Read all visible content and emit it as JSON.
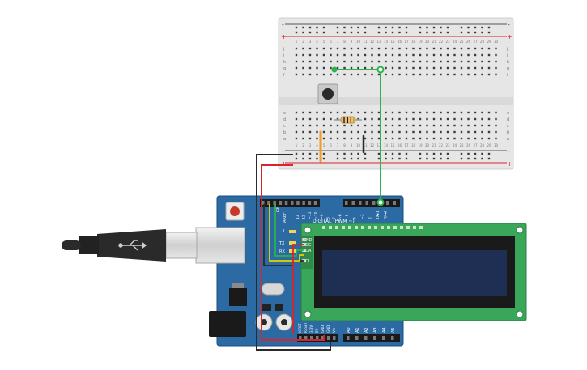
{
  "breadboard": {
    "power_plus": "+",
    "power_minus": "-",
    "top_letters": [
      "j",
      "i",
      "h",
      "g",
      "f"
    ],
    "bottom_letters": [
      "e",
      "d",
      "c",
      "b",
      "a"
    ],
    "column_numbers": [
      "1",
      "2",
      "3",
      "4",
      "5",
      "6",
      "7",
      "8",
      "9",
      "10",
      "11",
      "12",
      "13",
      "14",
      "15",
      "16",
      "17",
      "18",
      "19",
      "20",
      "21",
      "22",
      "23",
      "24",
      "25",
      "26",
      "27",
      "28",
      "29",
      "30"
    ]
  },
  "arduino": {
    "label_aref": "AREF",
    "label_gnd": "GND",
    "label_l": "L",
    "label_tx": "TX",
    "label_rx": "RX",
    "digital_header_label": "DIGITAL (PWM ~)",
    "digital_pins": [
      "13",
      "12",
      "~11",
      "~10",
      "~9",
      "8",
      "7",
      "~6",
      "~5",
      "4",
      "~3",
      "2",
      "TX▸1",
      "RX◂0"
    ],
    "power_pins": [
      "IOREF",
      "RESET",
      "3.3V",
      "5V",
      "GND",
      "GND",
      "Vin"
    ],
    "analog_pins": [
      "A0",
      "A1",
      "A2",
      "A3",
      "A4",
      "A5"
    ]
  },
  "lcd": {
    "pins": [
      "GND",
      "VCC",
      "SDA",
      "SCL"
    ]
  },
  "colors": {
    "breadboard": "#e8e8e8",
    "arduino_board": "#2b6aa3",
    "lcd_board": "#3aa65a",
    "lcd_screen": "#1f2f54",
    "wire_green": "#2db34a",
    "wire_red": "#d9232d",
    "wire_black": "#2a2a2a",
    "wire_yellow": "#e8d200",
    "wire_orange": "#f39a1f"
  }
}
